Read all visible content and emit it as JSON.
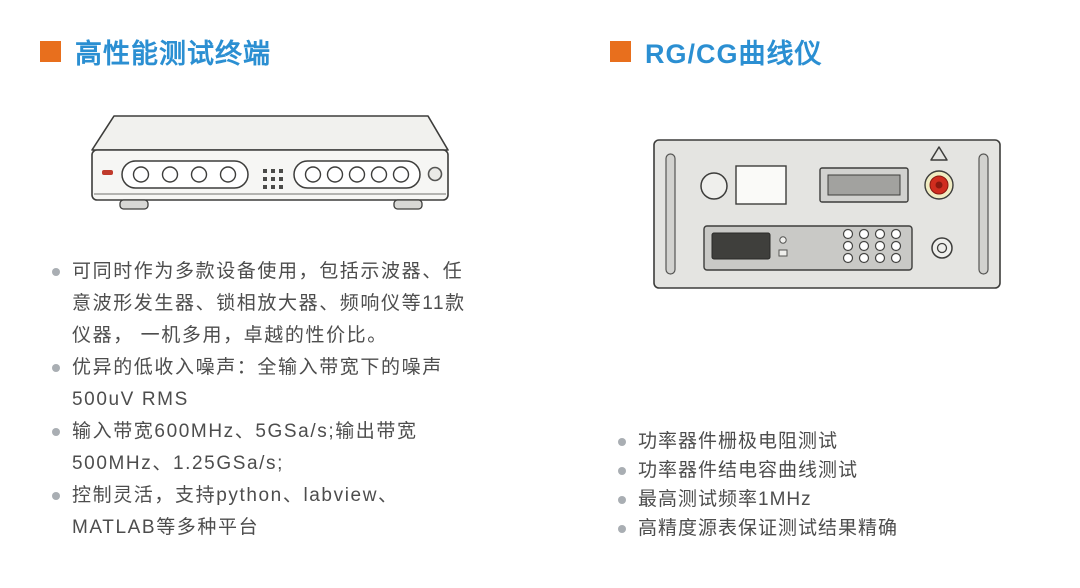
{
  "colors": {
    "title_blue": "#2b8fd2",
    "accent_orange": "#e86f1d",
    "body_text": "#4d4d4d",
    "bullet_gray": "#a9aeb3"
  },
  "left": {
    "title": "高性能测试终端",
    "illustration": "test-terminal-front-panel",
    "bullets": [
      "可同时作为多款设备使用，包括示波器、任意波形发生器、锁相放大器、频响仪等11款仪器， 一机多用，卓越的性价比。",
      "优异的低收入噪声：全输入带宽下的噪声500uV RMS",
      "输入带宽600MHz、5GSa/s;输出带宽500MHz、1.25GSa/s;",
      "控制灵活，支持python、labview、MATLAB等多种平台"
    ]
  },
  "right": {
    "title": "RG/CG曲线仪",
    "illustration": "curve-tracer-front-panel",
    "bullets": [
      "功率器件栅极电阻测试",
      "功率器件结电容曲线测试",
      "最高测试频率1MHz",
      "高精度源表保证测试结果精确"
    ]
  }
}
